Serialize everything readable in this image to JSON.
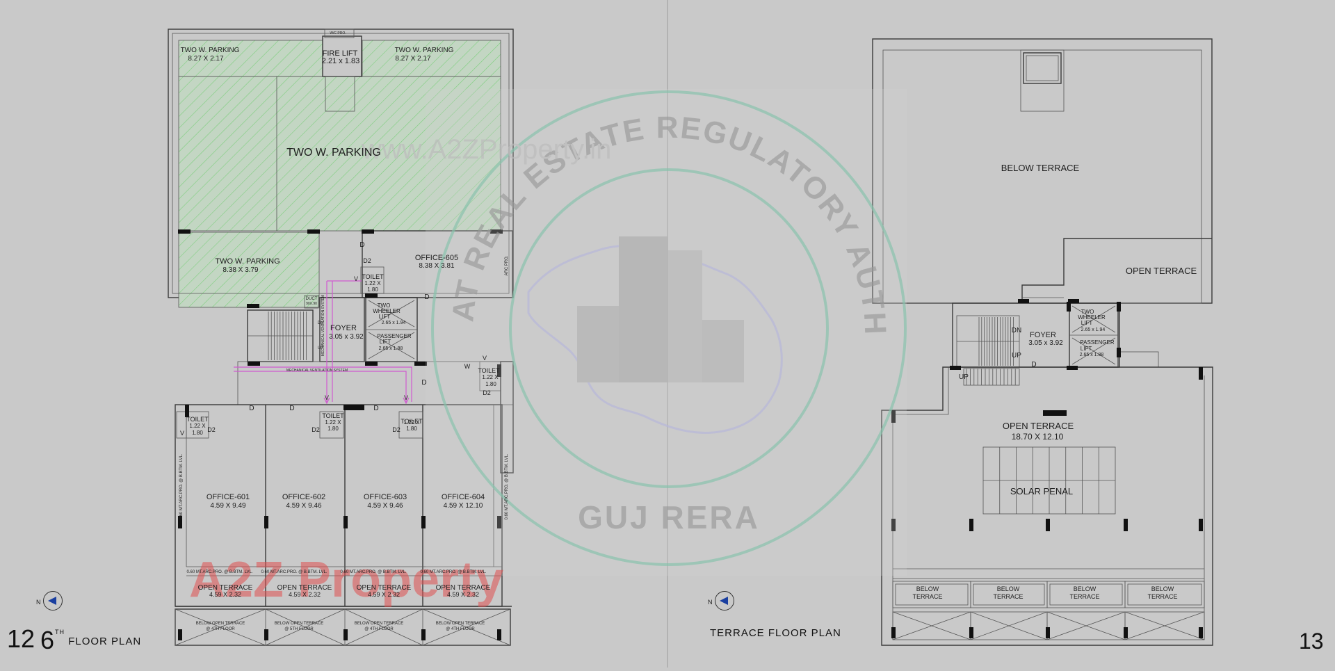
{
  "left_page": {
    "page_number": "12",
    "floor_ordinal": "6",
    "floor_ordinal_suffix": "TH",
    "plan_title": "FLOOR PLAN",
    "rooms": {
      "top_small_label": "W/C PRO.",
      "parking_top_left": {
        "name": "TWO W. PARKING",
        "dims": "8.27 X 2.17"
      },
      "fire_lift": {
        "name": "FIRE LIFT",
        "dims": "2.21 x 1.83"
      },
      "parking_top_right": {
        "name": "TWO W. PARKING",
        "dims": "8.27 X 2.17"
      },
      "parking_main": {
        "name": "TWO W. PARKING"
      },
      "parking_lower": {
        "name": "TWO W. PARKING",
        "dims": "8.38 X 3.79"
      },
      "office_605": {
        "name": "OFFICE-605",
        "dims": "8.38 X 3.81"
      },
      "arc_pro": "ARC PRO.",
      "toilet_upper": {
        "name": "TOILET",
        "dims_a": "1.22 X",
        "dims_b": "1.80"
      },
      "duct": {
        "name": "DUCT",
        "dims": "90X.90"
      },
      "foyer": {
        "name": "FOYER",
        "dims": "3.05 x 3.92"
      },
      "two_wheeler_lift": {
        "name_a": "TWO",
        "name_b": "WHEELER",
        "name_c": "LIFT",
        "dims": "2.65 x 1.94"
      },
      "passenger_lift": {
        "name_a": "PASSENGER",
        "name_b": "LIFT",
        "dims": "2.65 x 1.88"
      },
      "mech_vent_horizontal": "MECHANICAL VENTILATION SYSTEM",
      "mech_vent_vertical": "MECHANICAL VENTILATION SYSTEM",
      "toilet_right": {
        "name": "TOILET",
        "dims_a": "1.22 X",
        "dims_b": "1.80"
      },
      "toilet_601": {
        "name": "TOILET",
        "dims_a": "1.22 X",
        "dims_b": "1.80"
      },
      "toilet_602": {
        "name": "TOILET",
        "dims_a": "1.22 X",
        "dims_b": "1.80"
      },
      "toilet_603": {
        "name": "TOILET",
        "dims_a": "1.22 X",
        "dims_b": "1.80"
      },
      "offices": [
        {
          "name": "OFFICE-601",
          "dims": "4.59 X 9.49"
        },
        {
          "name": "OFFICE-602",
          "dims": "4.59 X 9.46"
        },
        {
          "name": "OFFICE-603",
          "dims": "4.59 X 9.46"
        },
        {
          "name": "OFFICE-604",
          "dims": "4.59 X 12.10"
        }
      ],
      "arc_pro_strip": "0.60 MT.ARC.PRO. @ B.BTM. LVL.",
      "open_terraces": [
        {
          "name": "OPEN TERRACE",
          "dims": "4.59 X 2.32"
        },
        {
          "name": "OPEN TERRACE",
          "dims": "4.59 X 2.32"
        },
        {
          "name": "OPEN TERRACE",
          "dims": "4.59 X 2.32"
        },
        {
          "name": "OPEN TERRACE",
          "dims": "4.59 X 2.32"
        }
      ],
      "below_open_terrace": {
        "line1": "BELOW OPEN TERRACE",
        "line2": "@ 4TH FLOOR",
        "line2_alt": "@ 5TH FLOOR"
      },
      "door": "D",
      "door2": "D2",
      "vent": "V",
      "window": "W",
      "dn": "DN",
      "up": "UP"
    }
  },
  "right_page": {
    "page_number": "13",
    "plan_title": "TERRACE FLOOR PLAN",
    "rooms": {
      "below_terrace": "BELOW TERRACE",
      "open_terrace_upper": "OPEN TERRACE",
      "foyer": {
        "name": "FOYER",
        "dims": "3.05 x 3.92"
      },
      "two_wheeler_lift": {
        "name_a": "TWO",
        "name_b": "WHEELER",
        "name_c": "LIFT",
        "dims": "2.65 x 1.94"
      },
      "passenger_lift": {
        "name_a": "PASSENGER",
        "name_b": "LIFT",
        "dims": "2.65 x 1.88"
      },
      "open_terrace_main": {
        "name": "OPEN TERRACE",
        "dims": "18.70 X 12.10"
      },
      "solar_panel": "SOLAR PENAL",
      "below_terrace_small": {
        "line1": "BELOW",
        "line2": "TERRACE"
      },
      "dn": "DN",
      "up": "UP",
      "door": "D"
    }
  },
  "watermark": {
    "seal_top_text": "GUJARAT REAL ESTATE REGULATORY AUTHORITY",
    "seal_bottom_text": "GUJ RERA",
    "site_text": "www.A2ZProperty.in",
    "logo_text": "A2Z Property"
  },
  "north_label": "N",
  "colors": {
    "background": "#c9c9c9",
    "parking_hatch": "#7fcf7f",
    "seal_ring": "#8fc4b0",
    "vent_line": "#d05ad0",
    "logo_a": "#e05050",
    "logo_2": "#f0c040",
    "logo_z": "#5080e0",
    "logo_p": "#60b060"
  }
}
